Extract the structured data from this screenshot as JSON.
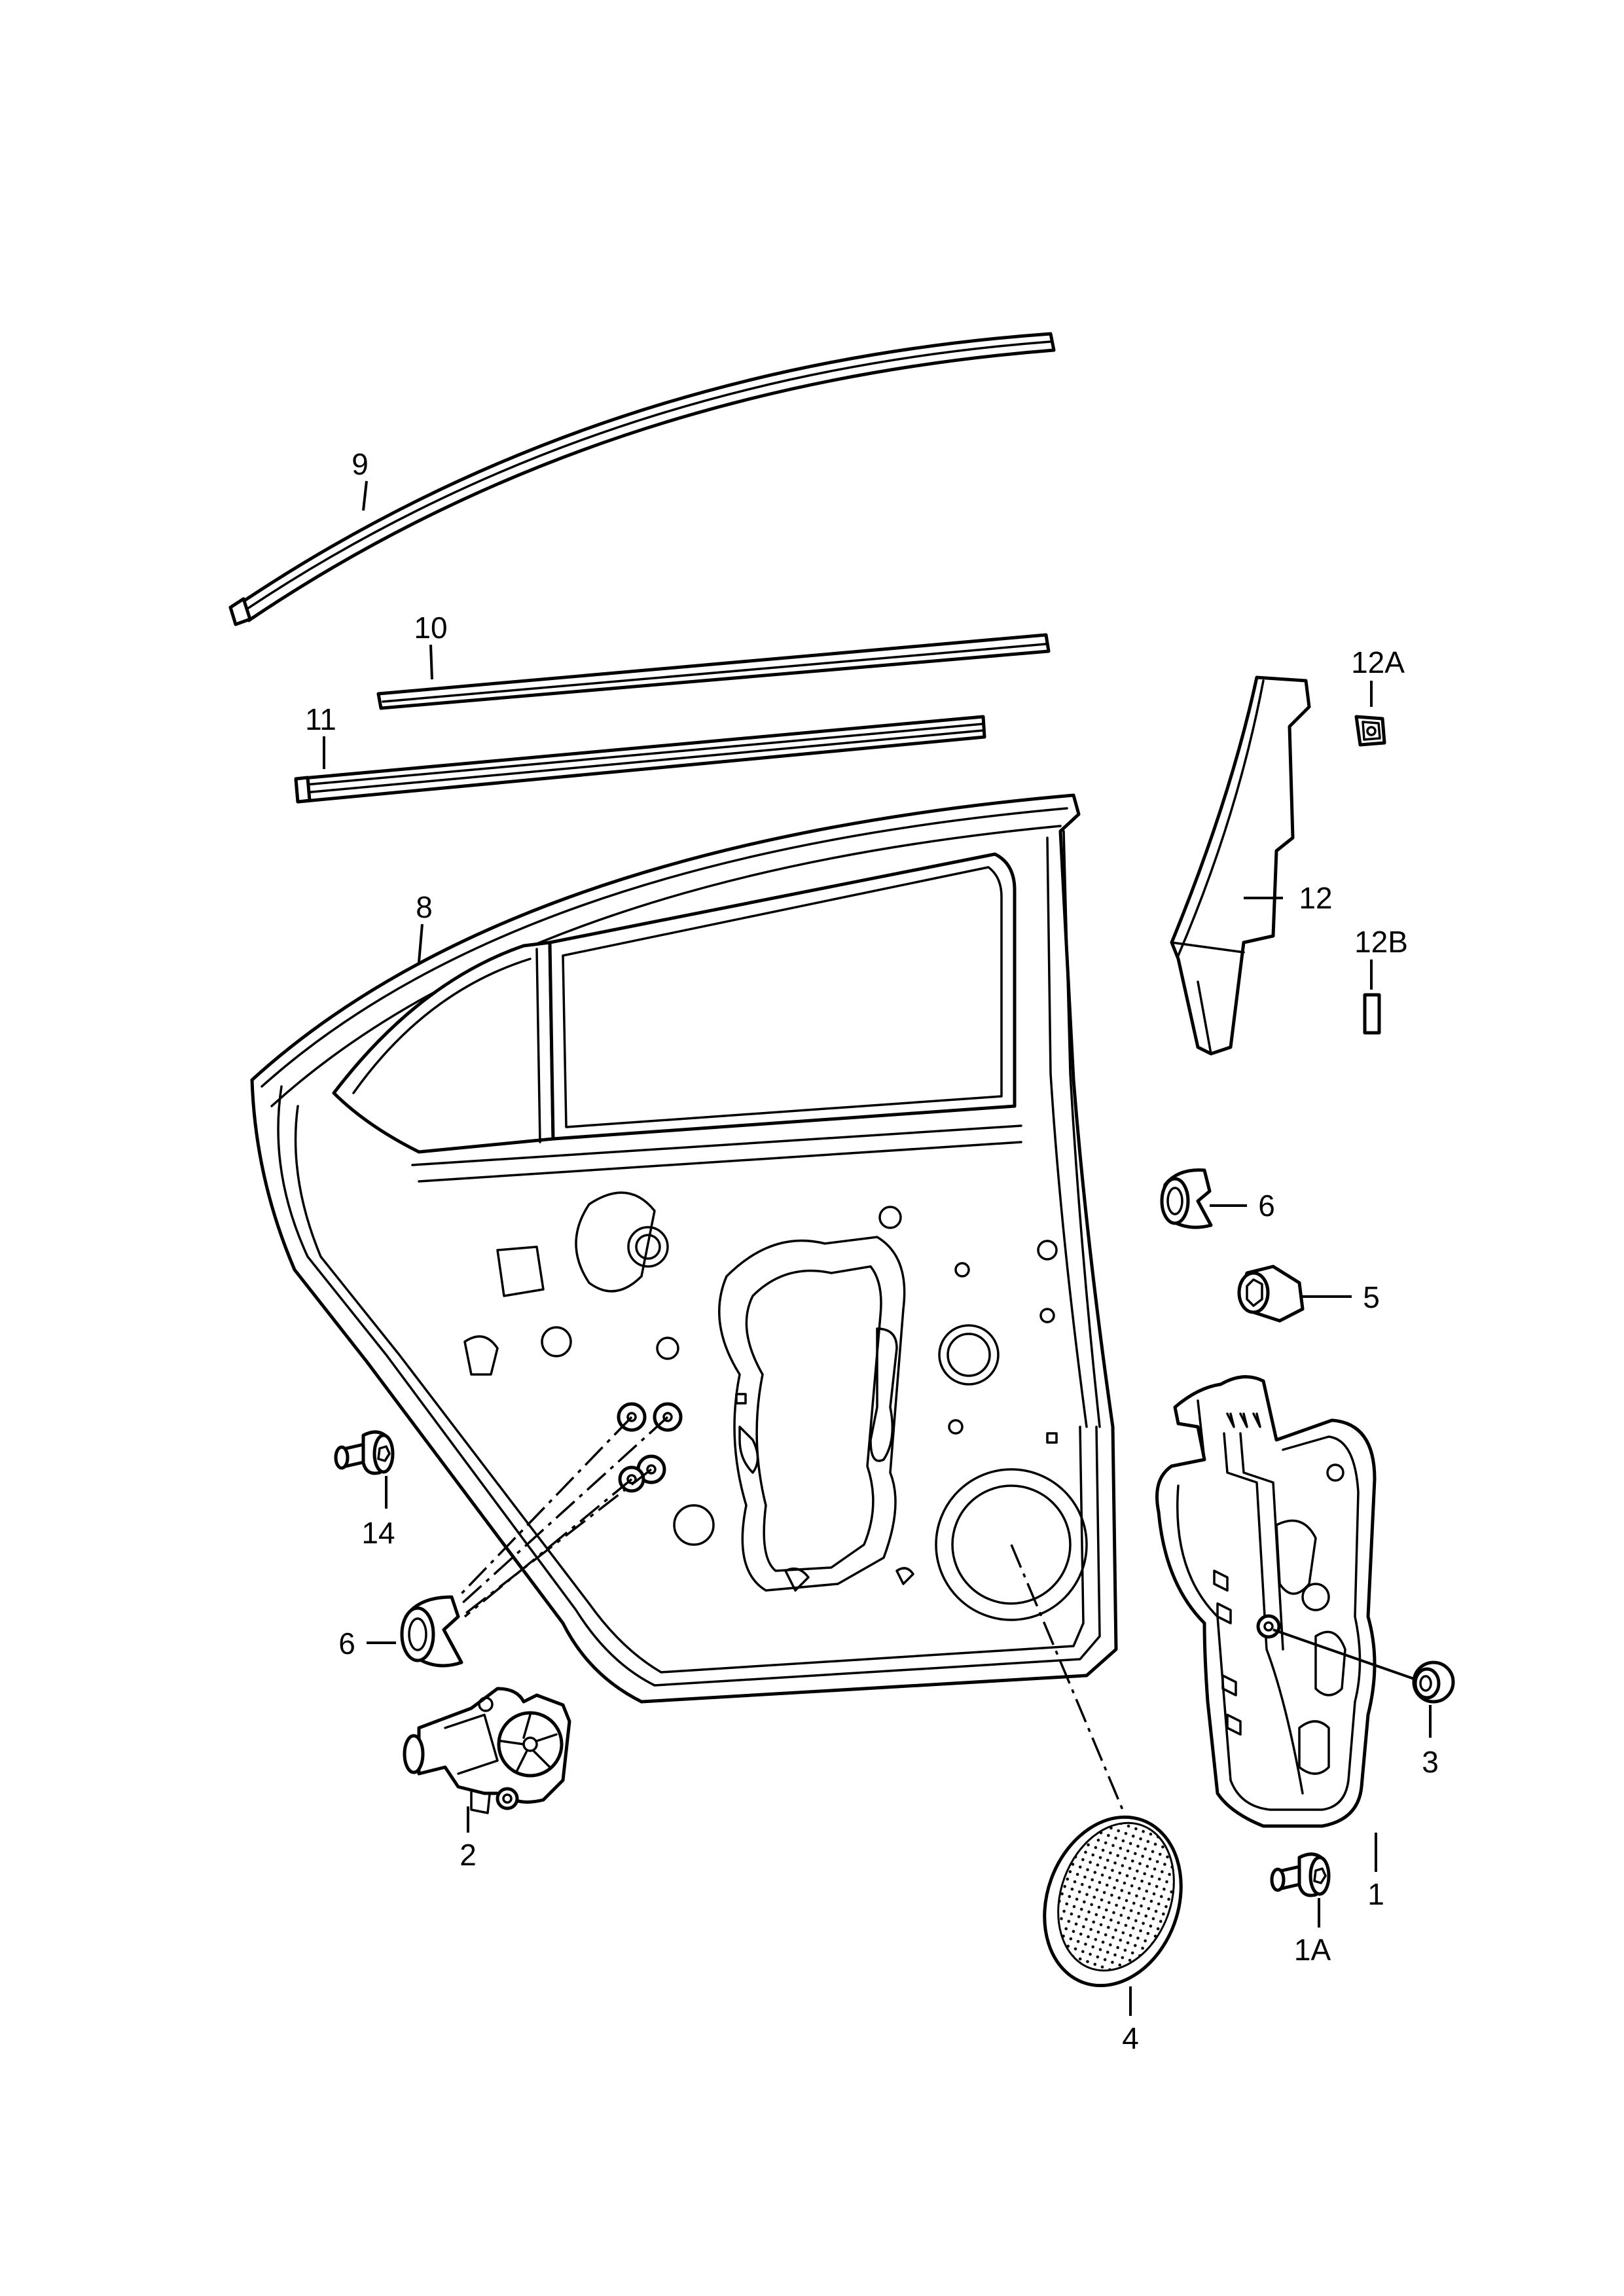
{
  "callouts": {
    "c1": "1",
    "c1a": "1A",
    "c2": "2",
    "c3": "3",
    "c4": "4",
    "c5": "5",
    "c6a": "6",
    "c6b": "6",
    "c8": "8",
    "c9": "9",
    "c10": "10",
    "c11": "11",
    "c12": "12",
    "c12a": "12A",
    "c12b": "12B",
    "c14": "14"
  }
}
